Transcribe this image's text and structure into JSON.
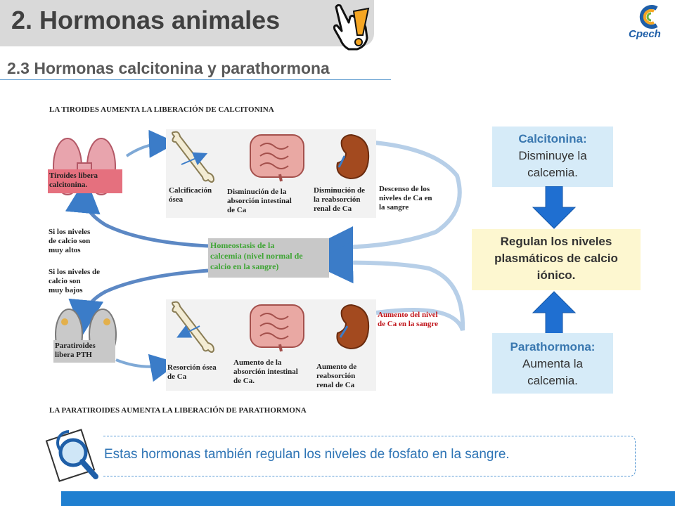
{
  "header": {
    "title": "2. Hormonas animales",
    "subtitle": "2.3 Hormonas calcitonina y parathormona",
    "logo_text": "Cpech"
  },
  "figure": {
    "top_heading": "LA TIROIDES AUMENTA LA LIBERACIÓN DE CALCITONINA",
    "bottom_heading": "LA PARATIROIDES AUMENTA LA LIBERACIÓN DE PARATHORMONA",
    "thyroid_label": [
      "Tiroides libera",
      "calcitonina."
    ],
    "top_effects": [
      [
        "Calcificación",
        "ósea"
      ],
      [
        "Disminución de la",
        "absorción intestinal",
        "de Ca"
      ],
      [
        "Disminución de",
        "la reabsorción",
        "renal de Ca"
      ]
    ],
    "descent_label": [
      "Descenso de los",
      "niveles de Ca en",
      "la sangre"
    ],
    "high_label": [
      "Si los niveles",
      "de calcio son",
      "muy altos"
    ],
    "low_label": [
      "Si los niveles de",
      "calcio son",
      "muy bajos"
    ],
    "homeostasis_label": [
      "Homeostasis de la",
      "calcemia (nivel normal de",
      "calcio en la sangre)"
    ],
    "increase_label": [
      "Aumento del nivel",
      "de Ca en la sangre"
    ],
    "parathyroid_label": [
      "Paratiroides",
      "libera PTH"
    ],
    "bottom_effects": [
      [
        "Resorción ósea",
        "de Ca"
      ],
      [
        "Aumento de la",
        "absorción intestinal",
        "de Ca."
      ],
      [
        "Aumento de",
        "reabsorción",
        "renal de Ca"
      ]
    ]
  },
  "summary": {
    "calcitonin_title": "Calcitonina:",
    "calcitonin_text": [
      "Disminuye la",
      "calcemia."
    ],
    "regulate_text": [
      "Regulan los niveles",
      "plasmáticos de calcio",
      "iónico."
    ],
    "pth_title": "Parathormona:",
    "pth_text": [
      "Aumenta la",
      "calcemia."
    ]
  },
  "note": {
    "text": "Estas hormonas también regulan los niveles de fosfato en la sangre."
  },
  "colors": {
    "accent_blue": "#1f7fd0",
    "arrow_blue": "#3b7cc8",
    "box_blue": "#d6ebf8",
    "box_yellow": "#fdf7d0",
    "label_pink": "#e5707e",
    "homeostasis_green": "#3fa535",
    "increase_red": "#c0161c"
  }
}
